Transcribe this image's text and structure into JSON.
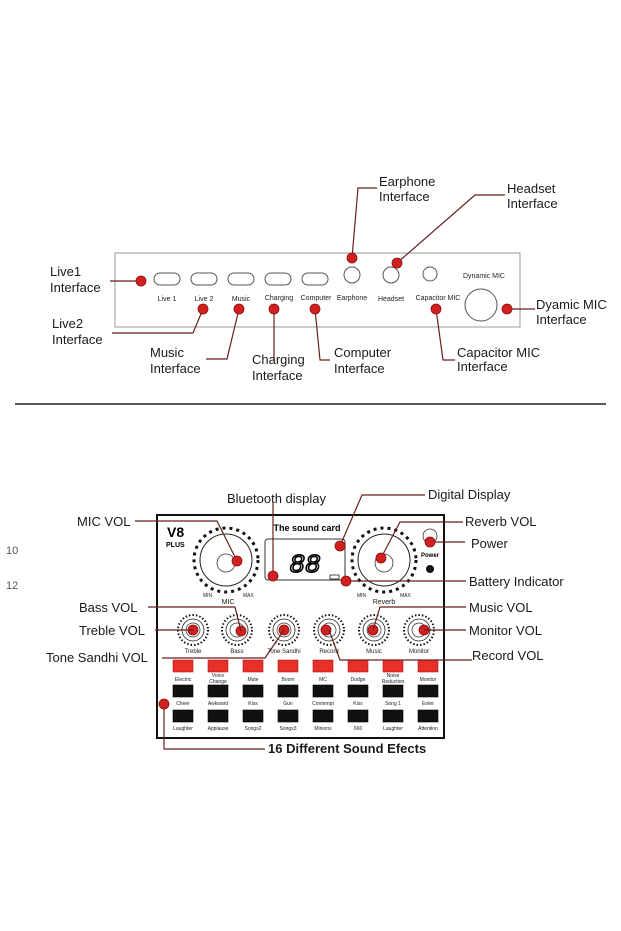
{
  "top_panel": {
    "port_labels": [
      "Live 1",
      "Live 2",
      "Music",
      "Charging",
      "Computer",
      "Earphone",
      "Headset",
      "Capacitor MIC",
      "Dynamic MIC"
    ],
    "callouts": {
      "live1": [
        "Live1",
        "Interface"
      ],
      "live2": [
        "Live2",
        "Interface"
      ],
      "music": [
        "Music",
        "Interface"
      ],
      "charging": [
        "Charging",
        "Interface"
      ],
      "computer": [
        "Computer",
        "Interface"
      ],
      "earphone": [
        "Earphone",
        "Interface"
      ],
      "headset": [
        "Headset",
        "Interface"
      ],
      "capacitor": [
        "Capacitor MIC",
        "Interface"
      ],
      "dynamic": [
        "Dyamic MIC",
        "Interface"
      ]
    }
  },
  "front_panel": {
    "brand": "V8",
    "brand_sub": "PLUS",
    "title": "The sound card",
    "display_digits": "88",
    "min_label": "MIN",
    "max_label": "MAX",
    "mic_label": "MIC",
    "reverb_label": "Reverb",
    "power_label": "Power",
    "knob_labels": [
      "Treble",
      "Bass",
      "Tone Sandhi",
      "Record",
      "Music",
      "Monitor"
    ],
    "buttons": {
      "row1": [
        "Electric",
        "Voice Change",
        "Mute",
        "Boom",
        "MC",
        "Dodge",
        "Noise Reduction",
        "Monitor"
      ],
      "row2": [
        "Cheer",
        "Awkward",
        "Kiss",
        "Gun",
        "Contempt",
        "Kiss",
        "Song 1",
        "Enter"
      ],
      "row3": [
        "Laughter",
        "Applause",
        "Songs2",
        "Songs3",
        "Minions",
        "666",
        "Laughter",
        "Attention"
      ]
    },
    "callouts": {
      "mic_vol": "MIC VOL",
      "bluetooth": "Bluetooth display",
      "digital": "Digital Display",
      "reverb_vol": "Reverb VOL",
      "power": "Power",
      "battery": "Battery Indicator",
      "bass_vol": "Bass VOL",
      "treble_vol": "Treble VOL",
      "tone_vol": "Tone Sandhi VOL",
      "music_vol": "Music VOL",
      "monitor_vol": "Monitor VOL",
      "record_vol": "Record VOL",
      "effects": "16 Different Sound Efects"
    }
  },
  "margin_numbers": [
    "10",
    "12"
  ],
  "colors": {
    "accent": "#d0201f",
    "button_red": "#e8302a",
    "button_black": "#111111",
    "leader": "#6b1f1f"
  }
}
